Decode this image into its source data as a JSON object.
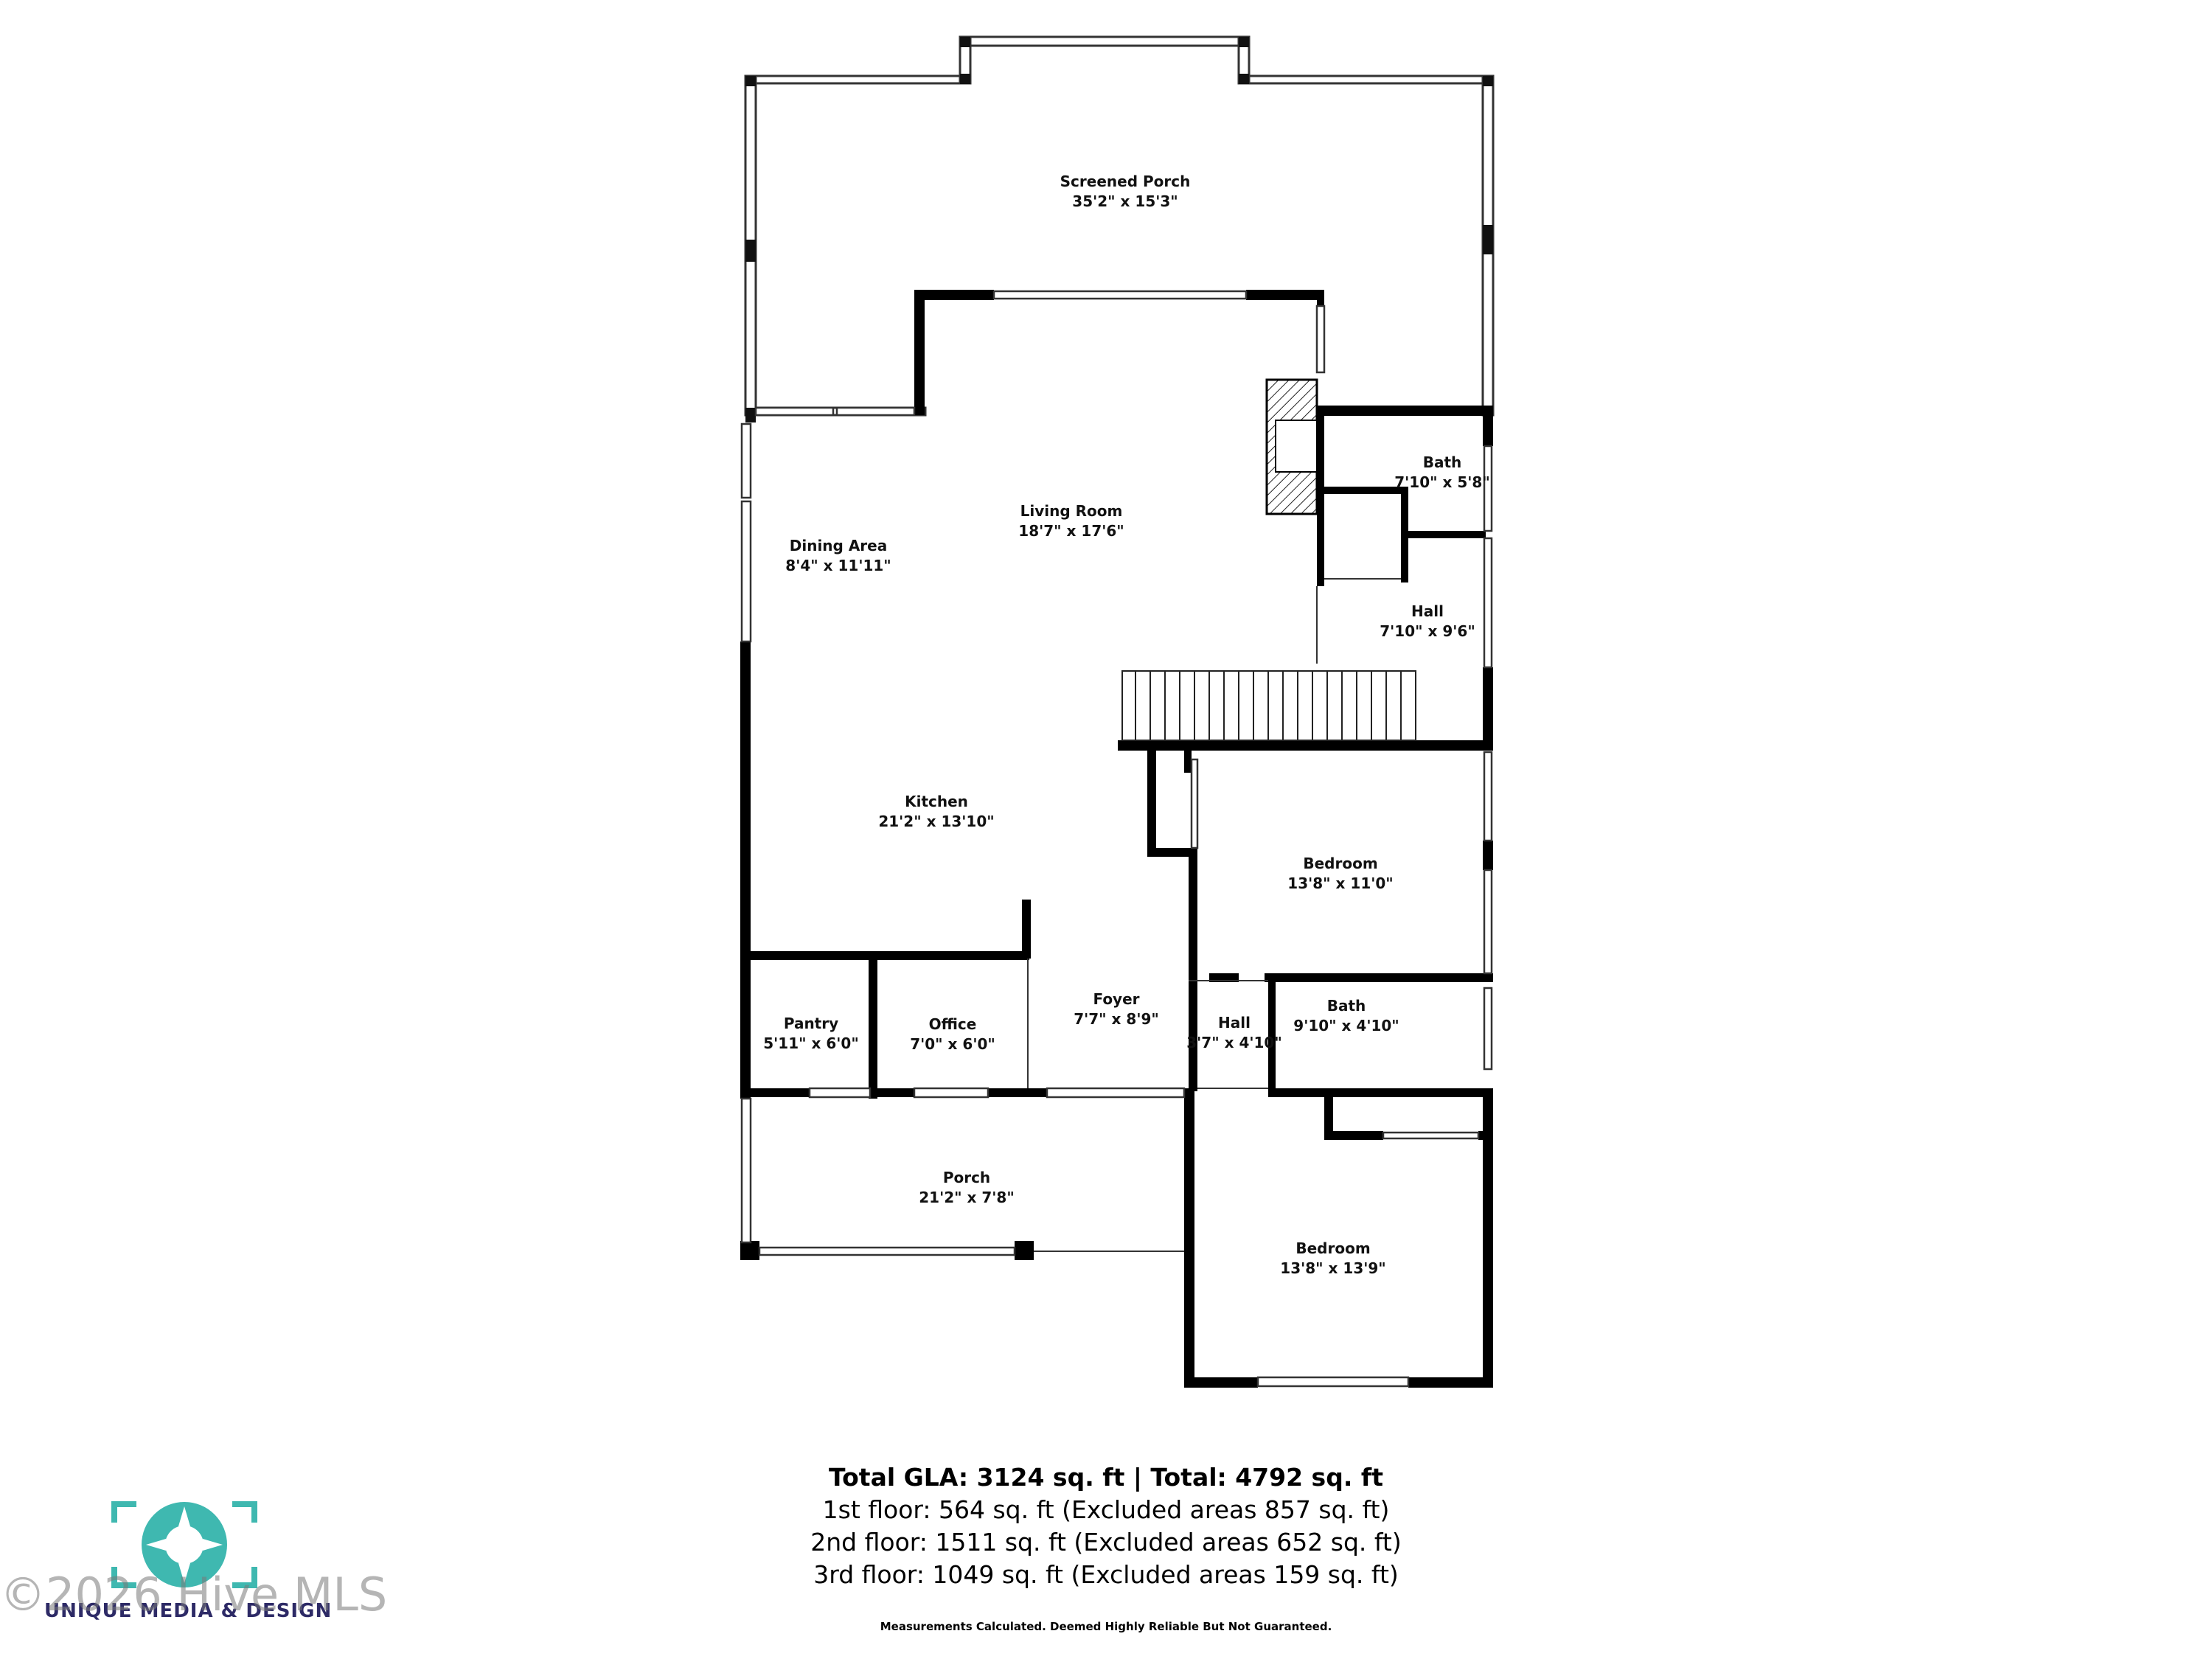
{
  "rooms": {
    "screened_porch": {
      "name": "Screened Porch",
      "dims": "35'2\" x 15'3\""
    },
    "living_room": {
      "name": "Living Room",
      "dims": "18'7\" x 17'6\""
    },
    "dining_area": {
      "name": "Dining Area",
      "dims": "8'4\" x 11'11\""
    },
    "bath_upper": {
      "name": "Bath",
      "dims": "7'10\" x 5'8\""
    },
    "hall_upper": {
      "name": "Hall",
      "dims": "7'10\" x 9'6\""
    },
    "kitchen": {
      "name": "Kitchen",
      "dims": "21'2\" x 13'10\""
    },
    "bedroom_1": {
      "name": "Bedroom",
      "dims": "13'8\" x 11'0\""
    },
    "pantry": {
      "name": "Pantry",
      "dims": "5'11\" x 6'0\""
    },
    "office": {
      "name": "Office",
      "dims": "7'0\" x 6'0\""
    },
    "foyer": {
      "name": "Foyer",
      "dims": "7'7\" x 8'9\""
    },
    "hall_lower": {
      "name": "Hall",
      "dims": "3'7\" x 4'10\""
    },
    "bath_lower": {
      "name": "Bath",
      "dims": "9'10\" x 4'10\""
    },
    "porch": {
      "name": "Porch",
      "dims": "21'2\" x 7'8\""
    },
    "bedroom_2": {
      "name": "Bedroom",
      "dims": "13'8\" x 13'9\""
    }
  },
  "summary": {
    "total": "Total GLA: 3124 sq. ft | Total: 4792 sq. ft",
    "floor1": "1st floor: 564 sq. ft (Excluded areas 857 sq. ft)",
    "floor2": "2nd floor: 1511 sq. ft (Excluded areas 652 sq. ft)",
    "floor3": "3rd floor: 1049 sq. ft (Excluded areas 159 sq. ft)",
    "disclaimer": "Measurements Calculated. Deemed Highly Reliable But Not Guaranteed."
  },
  "branding": {
    "logo_text": "UNIQUE MEDIA & DESIGN",
    "watermark": "©2026 Hive MLS",
    "logo_color": "#3fb8b0"
  }
}
